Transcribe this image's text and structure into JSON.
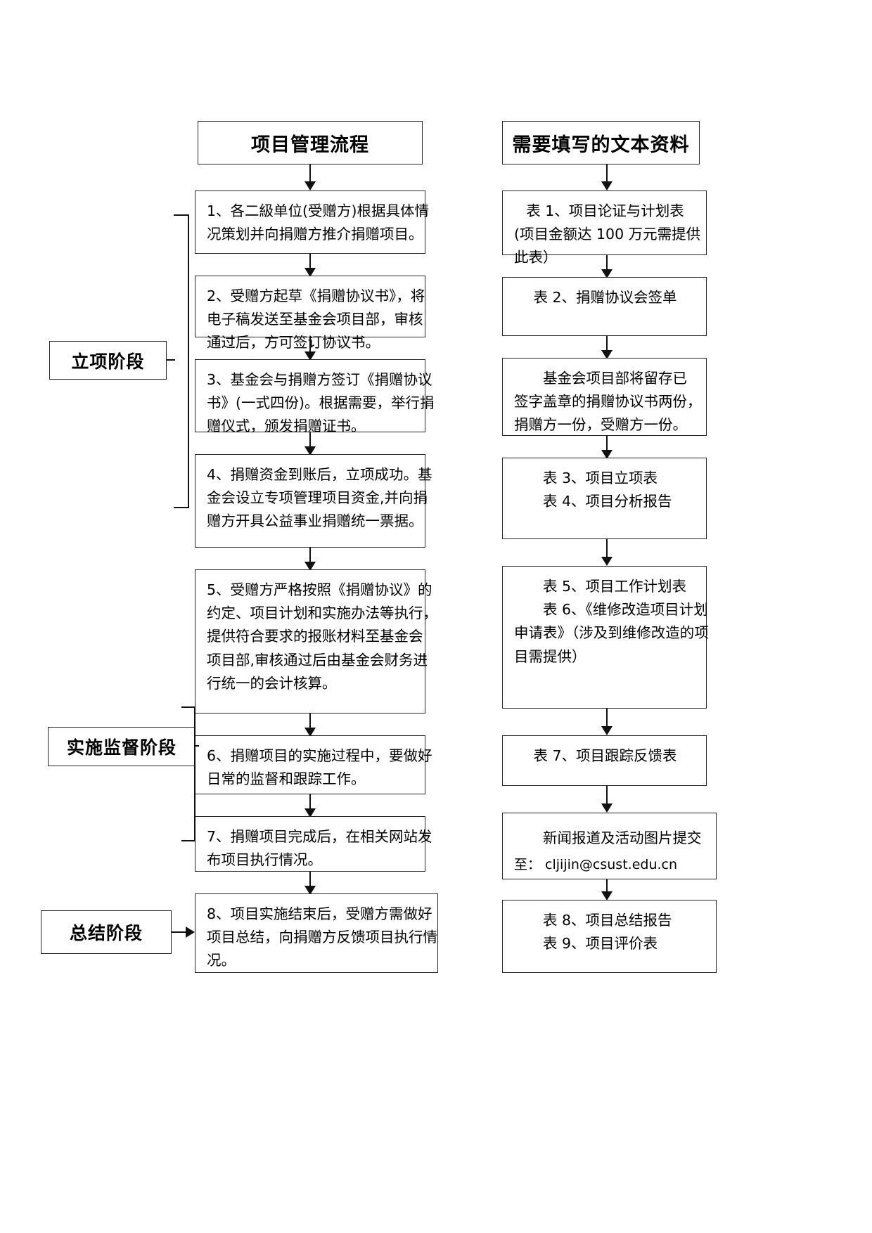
{
  "document": {
    "title": "项目管理流程",
    "kind": "flowchart"
  },
  "columns": {
    "process": {
      "header": "项目管理流程",
      "steps": [
        {
          "id": "step-1",
          "lines": [
            "1、各二級单位(受赠方)根据具体情",
            "况策划并向捐赠方推介捐赠项目。"
          ]
        },
        {
          "id": "step-2",
          "lines": [
            "2、受赠方起草《捐赠协议书》，将",
            "电子稿发送至基金会项目部，审核",
            "通过后，方可签订协议书。"
          ]
        },
        {
          "id": "step-3",
          "lines": [
            "3、基金会与捐赠方签订《捐赠协议",
            "书》(一式四份)。根据需要，举行捐",
            "赠仪式，颁发捐赠证书。"
          ]
        },
        {
          "id": "step-4",
          "lines": [
            "4、捐赠资金到账后，立项成功。基",
            "金会设立专项管理项目资金,并向捐",
            "赠方开具公益事业捐赠统一票据。"
          ]
        },
        {
          "id": "step-5",
          "lines": [
            "5、受赠方严格按照《捐赠协议》的",
            "约定、项目计划和实施办法等执行，",
            "提供符合要求的报账材料至基金会",
            "项目部,审核通过后由基金会财务进",
            "行统一的会计核算。"
          ]
        },
        {
          "id": "step-6",
          "lines": [
            "6、捐赠项目的实施过程中，要做好",
            "日常的监督和跟踪工作。"
          ]
        },
        {
          "id": "step-7",
          "lines": [
            "7、捐赠项目完成后，在相关网站发",
            "布项目执行情况。"
          ]
        },
        {
          "id": "step-8",
          "lines": [
            "8、项目实施结束后，受赠方需做好",
            "项目总结，向捐赠方反馈项目执行情",
            "况。"
          ]
        }
      ]
    },
    "documents": {
      "header": "需要填写的文本资料",
      "items": [
        {
          "id": "doc-1",
          "lines": [
            {
              "text": "表 1、项目论证与计划表",
              "align": "center"
            },
            {
              "text": "(项目金额达 100 万元需提供",
              "align": "left"
            },
            {
              "text": "此表）",
              "align": "left"
            }
          ]
        },
        {
          "id": "doc-2",
          "lines": [
            {
              "text": "表 2、捐赠协议会签单",
              "align": "center"
            }
          ]
        },
        {
          "id": "doc-3",
          "lines": [
            {
              "text": "基金会项目部将留存已",
              "align": "indent"
            },
            {
              "text": "签字盖章的捐赠协议书两份，",
              "align": "left"
            },
            {
              "text": "捐赠方一份，受赠方一份。",
              "align": "left"
            }
          ]
        },
        {
          "id": "doc-4",
          "lines": [
            {
              "text": "表 3、项目立项表",
              "align": "indent"
            },
            {
              "text": "表 4、项目分析报告",
              "align": "indent"
            }
          ]
        },
        {
          "id": "doc-5",
          "lines": [
            {
              "text": "表 5、项目工作计划表",
              "align": "indent"
            },
            {
              "text": "表 6、《维修改造项目计划",
              "align": "indent"
            },
            {
              "text": "申请表》（涉及到维修改造的项",
              "align": "left"
            },
            {
              "text": "目需提供）",
              "align": "left"
            }
          ]
        },
        {
          "id": "doc-6",
          "lines": [
            {
              "text": "表 7、项目跟踪反馈表",
              "align": "center"
            }
          ]
        },
        {
          "id": "doc-7",
          "lines": [
            {
              "text": "新闻报道及活动图片提交",
              "align": "indent"
            },
            {
              "text": "至： cljijin@csust.edu.cn",
              "align": "left"
            }
          ]
        },
        {
          "id": "doc-8",
          "lines": [
            {
              "text": "表 8、项目总结报告",
              "align": "indent"
            },
            {
              "text": "表 9、项目评价表",
              "align": "indent"
            }
          ]
        }
      ]
    }
  },
  "stages": [
    {
      "id": "stage-1",
      "label": "立项阶段"
    },
    {
      "id": "stage-2",
      "label": "实施监督阶段"
    },
    {
      "id": "stage-3",
      "label": "总结阶段"
    }
  ],
  "colors": {
    "line": "#111111",
    "border": "#262626",
    "text": "#000000",
    "background": "#ffffff"
  }
}
